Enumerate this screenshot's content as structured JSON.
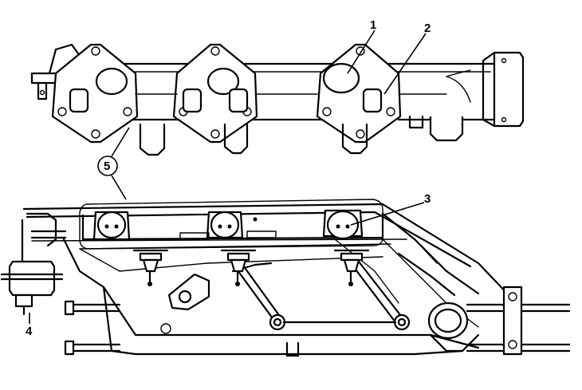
{
  "callouts": [
    {
      "id": "1",
      "text": "1"
    },
    {
      "id": "2",
      "text": "2"
    },
    {
      "id": "3",
      "text": "3"
    },
    {
      "id": "4",
      "text": "4"
    },
    {
      "id": "5",
      "text": "5"
    }
  ],
  "colors": {
    "ink": "#000000",
    "paper": "#ffffff"
  }
}
